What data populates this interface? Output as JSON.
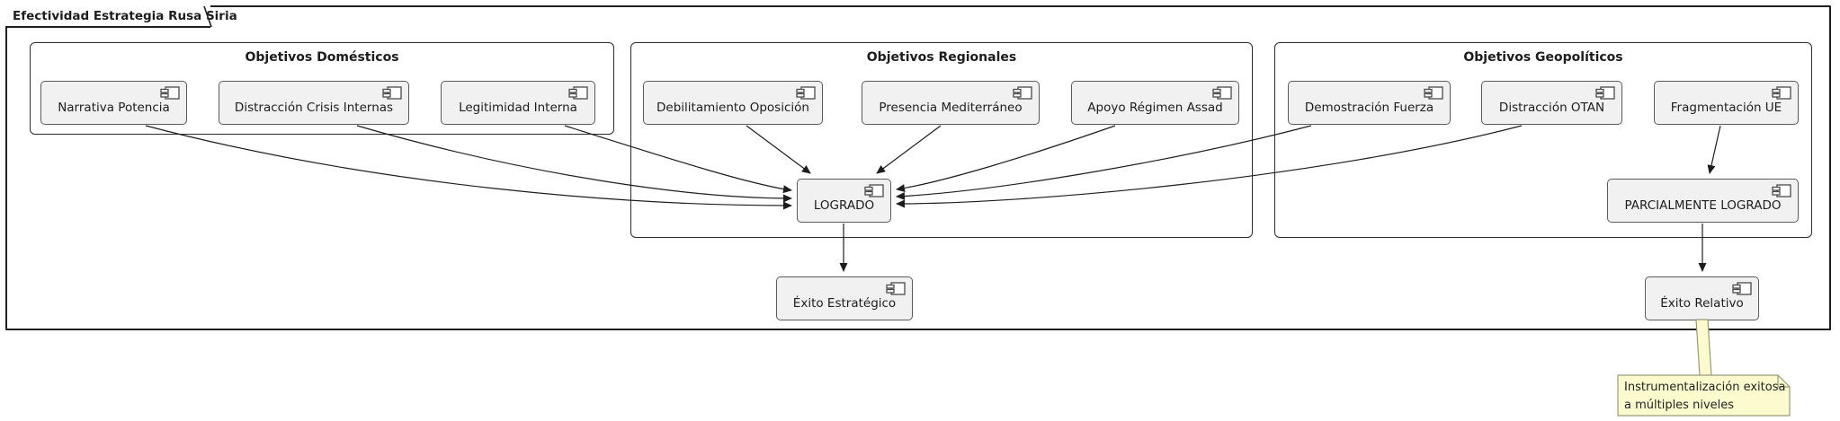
{
  "frame": {
    "title": "Efectividad Estrategia Rusa Siria"
  },
  "groups": [
    {
      "id": "g_domesticos",
      "title": "Objetivos Domésticos"
    },
    {
      "id": "g_regionales",
      "title": "Objetivos Regionales"
    },
    {
      "id": "g_geopoliticos",
      "title": "Objetivos Geopolíticos"
    }
  ],
  "nodes": [
    {
      "id": "narrativa_potencia",
      "label": "Narrativa Potencia",
      "group": "g_domesticos"
    },
    {
      "id": "distraccion_crisis",
      "label": "Distracción Crisis Internas",
      "group": "g_domesticos"
    },
    {
      "id": "legitimidad_interna",
      "label": "Legitimidad Interna",
      "group": "g_domesticos"
    },
    {
      "id": "debilitamiento_oposicion",
      "label": "Debilitamiento Oposición",
      "group": "g_regionales"
    },
    {
      "id": "presencia_mediterraneo",
      "label": "Presencia Mediterráneo",
      "group": "g_regionales"
    },
    {
      "id": "apoyo_regimen_assad",
      "label": "Apoyo Régimen Assad",
      "group": "g_regionales"
    },
    {
      "id": "demostracion_fuerza",
      "label": "Demostración Fuerza",
      "group": "g_geopoliticos"
    },
    {
      "id": "distraccion_otan",
      "label": "Distracción OTAN",
      "group": "g_geopoliticos"
    },
    {
      "id": "fragmentacion_ue",
      "label": "Fragmentación UE",
      "group": "g_geopoliticos"
    },
    {
      "id": "logrado",
      "label": "LOGRADO",
      "group": "g_regionales"
    },
    {
      "id": "parcialmente_logrado",
      "label": "PARCIALMENTE LOGRADO",
      "group": "g_geopoliticos"
    },
    {
      "id": "exito_estrategico",
      "label": "Éxito Estratégico",
      "group": null
    },
    {
      "id": "exito_relativo",
      "label": "Éxito Relativo",
      "group": null
    }
  ],
  "edges": [
    {
      "from": "narrativa_potencia",
      "to": "logrado"
    },
    {
      "from": "distraccion_crisis",
      "to": "logrado"
    },
    {
      "from": "legitimidad_interna",
      "to": "logrado"
    },
    {
      "from": "debilitamiento_oposicion",
      "to": "logrado"
    },
    {
      "from": "presencia_mediterraneo",
      "to": "logrado"
    },
    {
      "from": "apoyo_regimen_assad",
      "to": "logrado"
    },
    {
      "from": "demostracion_fuerza",
      "to": "logrado"
    },
    {
      "from": "distraccion_otan",
      "to": "logrado"
    },
    {
      "from": "fragmentacion_ue",
      "to": "parcialmente_logrado"
    },
    {
      "from": "logrado",
      "to": "exito_estrategico"
    },
    {
      "from": "parcialmente_logrado",
      "to": "exito_relativo"
    }
  ],
  "note": {
    "attached_to": "exito_relativo",
    "line1": "Instrumentalización exitosa",
    "line2": "a múltiples niveles"
  },
  "icons": {
    "node_badge": "component-icon"
  },
  "colors": {
    "node_fill": "#f1f1f1",
    "node_border": "#5a5a5a",
    "group_border": "#2b2b2b",
    "frame_border": "#1f1f1f",
    "line": "#1d1d1d",
    "note_fill": "#fbfbce",
    "note_border": "#9a9a77"
  }
}
